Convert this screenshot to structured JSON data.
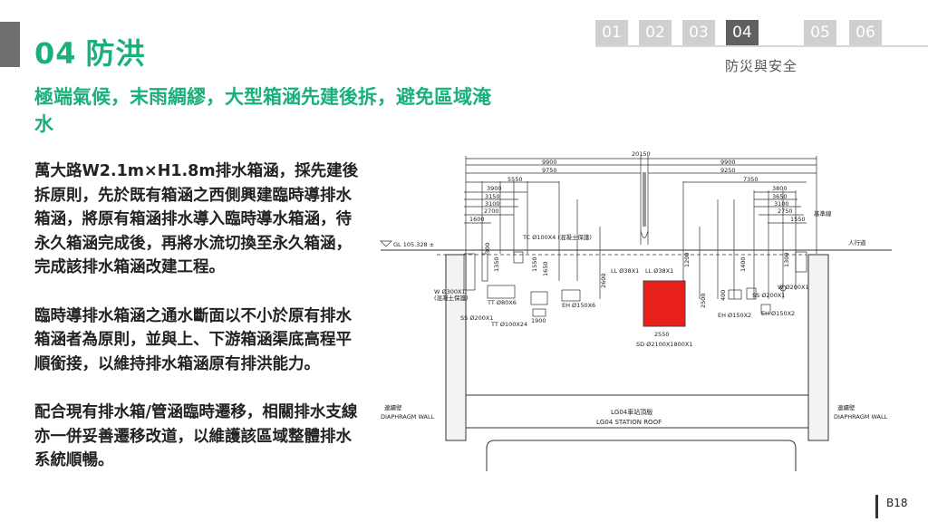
{
  "header": {
    "section_number": "04",
    "section_title": "防洪",
    "subtitle": "極端氣候，末雨綢繆，大型箱涵先建後拆，避免區域淹水"
  },
  "tabs": [
    {
      "label": "01",
      "active": false
    },
    {
      "label": "02",
      "active": false
    },
    {
      "label": "03",
      "active": false
    },
    {
      "label": "04",
      "active": true
    },
    {
      "label": "05",
      "active": false
    },
    {
      "label": "06",
      "active": false
    }
  ],
  "tab_subtitle": "防災與安全",
  "body": {
    "paragraph_1": "萬大路W2.1m×H1.8m排水箱涵，採先建後拆原則，先於既有箱涵之西側興建臨時導排水箱涵，將原有箱涵排水導入臨時導水箱涵，待永久箱涵完成後，再將水流切換至永久箱涵，完成該排水箱涵改建工程。",
    "paragraph_2": "臨時導排水箱涵之通水斷面以不小於原有排水箱涵者為原則，並與上、下游箱涵渠底高程平順銜接，以維持排水箱涵原有排洪能力。",
    "paragraph_3": "配合現有排水箱/管涵臨時遷移，相關排水支線亦一併妥善遷移改道，以維護該區域整體排水系統順暢。"
  },
  "diagram": {
    "dim_total": "20150",
    "dim_left_9900": "9900",
    "dim_left_9750": "9750",
    "dim_right_9900": "9900",
    "dim_right_9250": "9250",
    "dim_5550": "5550",
    "dim_3900": "3900",
    "dim_3150": "3150",
    "dim_3100_l": "3100",
    "dim_2700": "2700",
    "dim_1600": "1600",
    "dim_7350": "7350",
    "dim_3800": "3800",
    "dim_3650": "3650",
    "dim_3100_r": "3100",
    "dim_2750": "2750",
    "dim_1550": "1550",
    "gl_label": "GL 105.328 ±",
    "tc_label": "TC Ø100X4 (混凝土保護)",
    "w_label": "W Ø300X1",
    "concrete_protect": "(混凝土保護)",
    "tt_label_1": "TT Ø80X6",
    "ss_label_1": "SS Ø200X1",
    "tt_label_2": "TT Ø100X24",
    "eh_label_1": "EH Ø150X6",
    "ll_label_1": "LL Ø38X1",
    "ll_label_2": "LL Ø38X1",
    "sd_label": "SD Ø2100X1800X1",
    "sd_width": "2550",
    "sd_height": "2500",
    "ss_label_2": "SS Ø200X1",
    "eh_label_2": "EH Ø150X2",
    "eh_label_3": "EH Ø150X2",
    "w_label_2": "W Ø200X1",
    "depth_1350": "1350",
    "depth_1550": "1550",
    "depth_1650": "1650",
    "depth_1200": "1200",
    "depth_1400": "1400",
    "depth_1300": "1300",
    "depth_300": "300",
    "depth_400": "400",
    "depth_2600": "2600",
    "depth_1900": "1900",
    "right_label": "人行道",
    "right_label_2": "基準線",
    "diaphragm_cn": "連續壁",
    "diaphragm_en": "DIAPHRAGM WALL",
    "roof_cn": "LG04車站頂版",
    "roof_en": "LG04 STATION ROOF",
    "sd_color": "#e8201a"
  },
  "page_number": "B18"
}
